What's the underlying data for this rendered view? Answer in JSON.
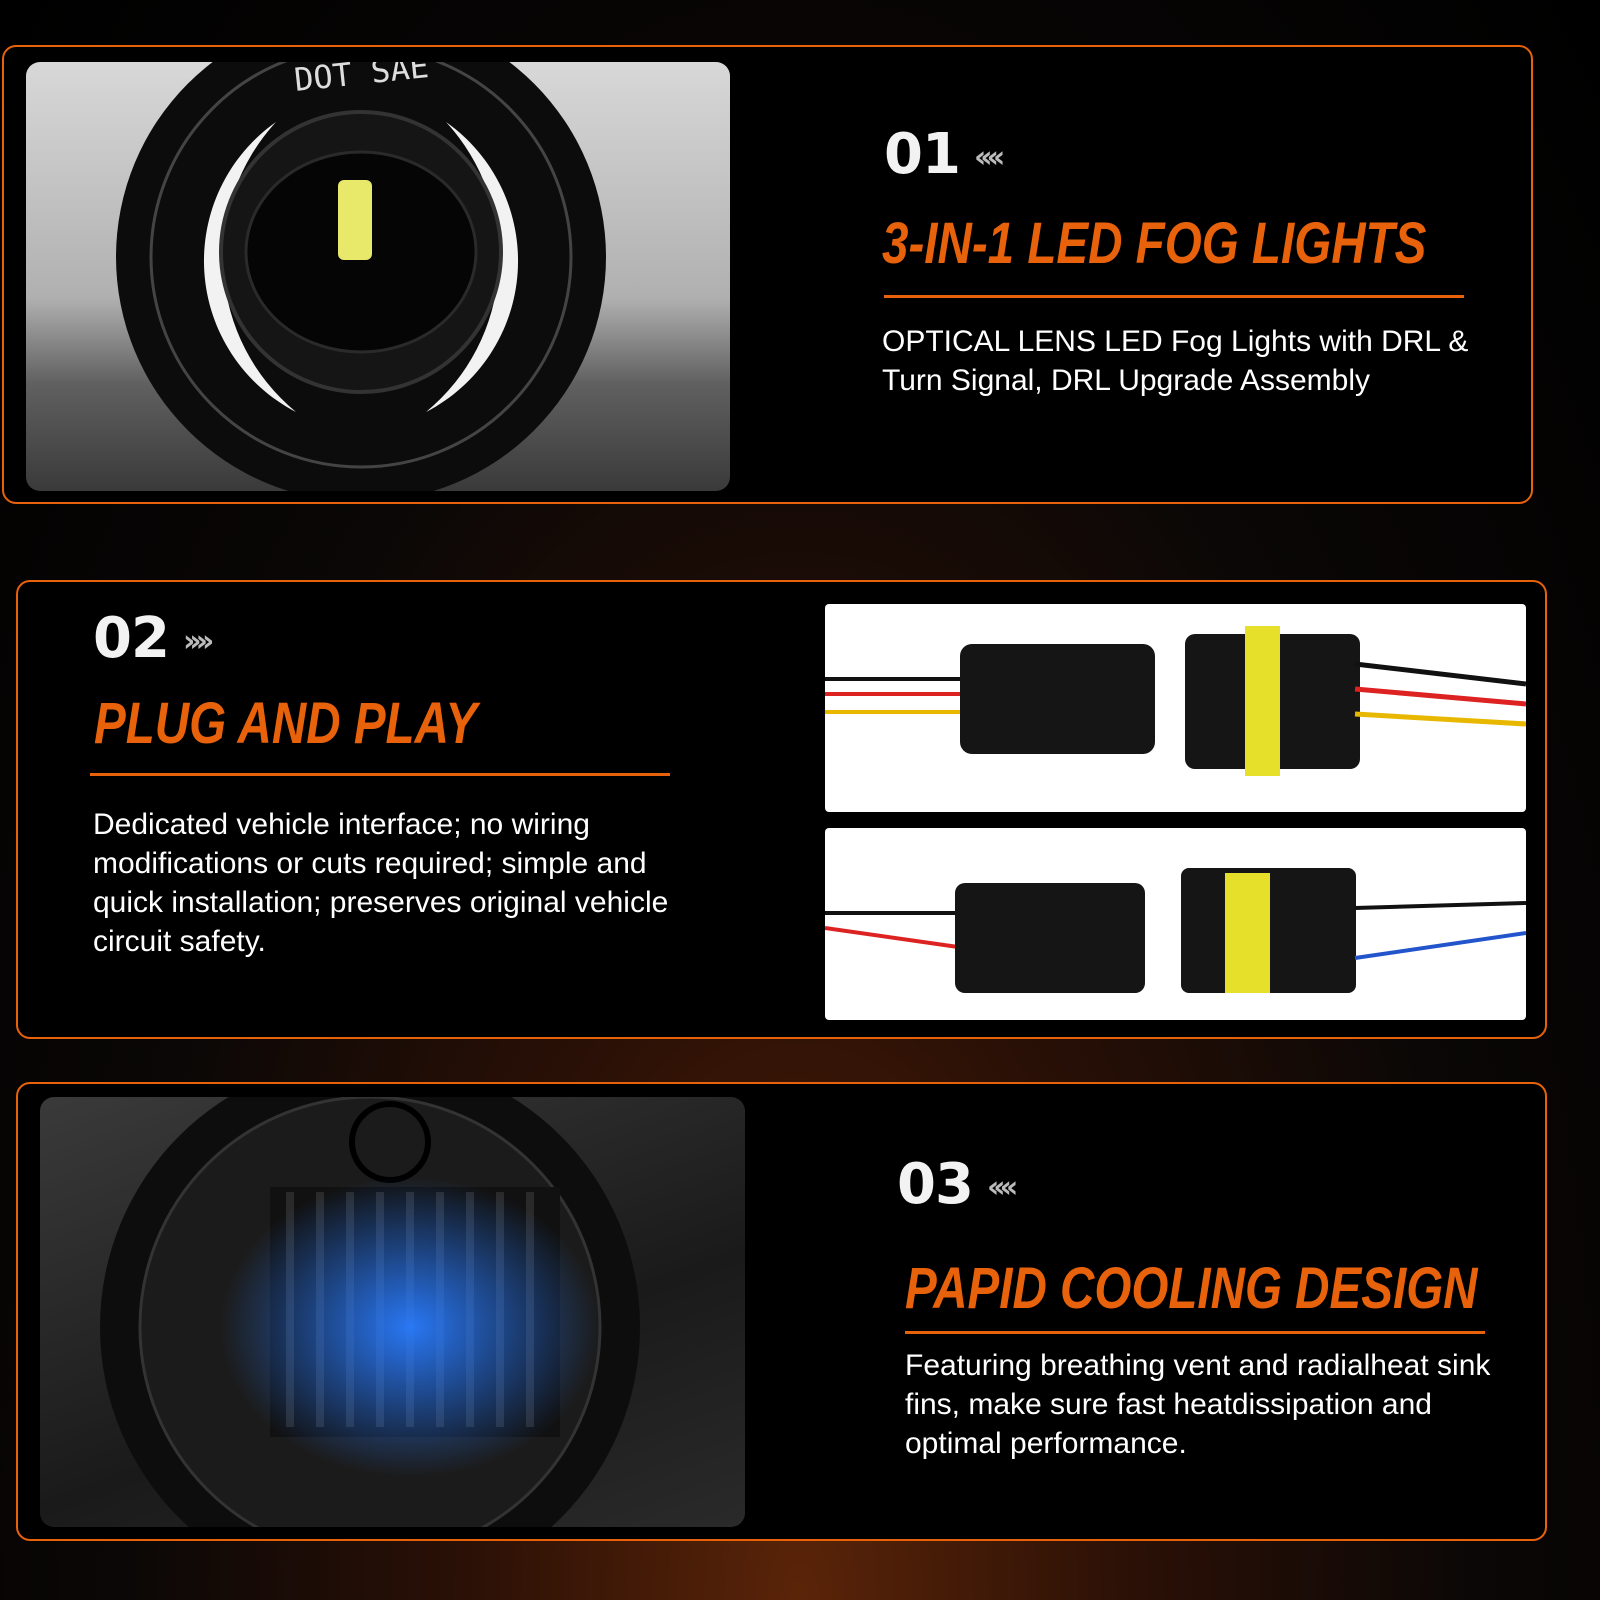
{
  "accent_color": "#e8620c",
  "features": [
    {
      "number": "01",
      "arrows": "‹‹‹‹",
      "title": "3-IN-1 LED FOG LIGHTS",
      "description": "OPTICAL LENS LED Fog Lights with DRL & Turn Signal, DRL Upgrade Assembly",
      "image_label": "DOT SAE"
    },
    {
      "number": "02",
      "arrows": "››››",
      "title": "PLUG AND PLAY",
      "description": "Dedicated vehicle interface; no wiring modifications or cuts required; simple and quick installation; preserves original vehicle circuit safety."
    },
    {
      "number": "03",
      "arrows": "‹‹‹‹",
      "title": "PAPID COOLING DESIGN",
      "description": "Featuring breathing vent and radialheat sink fins, make sure fast heatdissipation and optimal performance."
    }
  ]
}
